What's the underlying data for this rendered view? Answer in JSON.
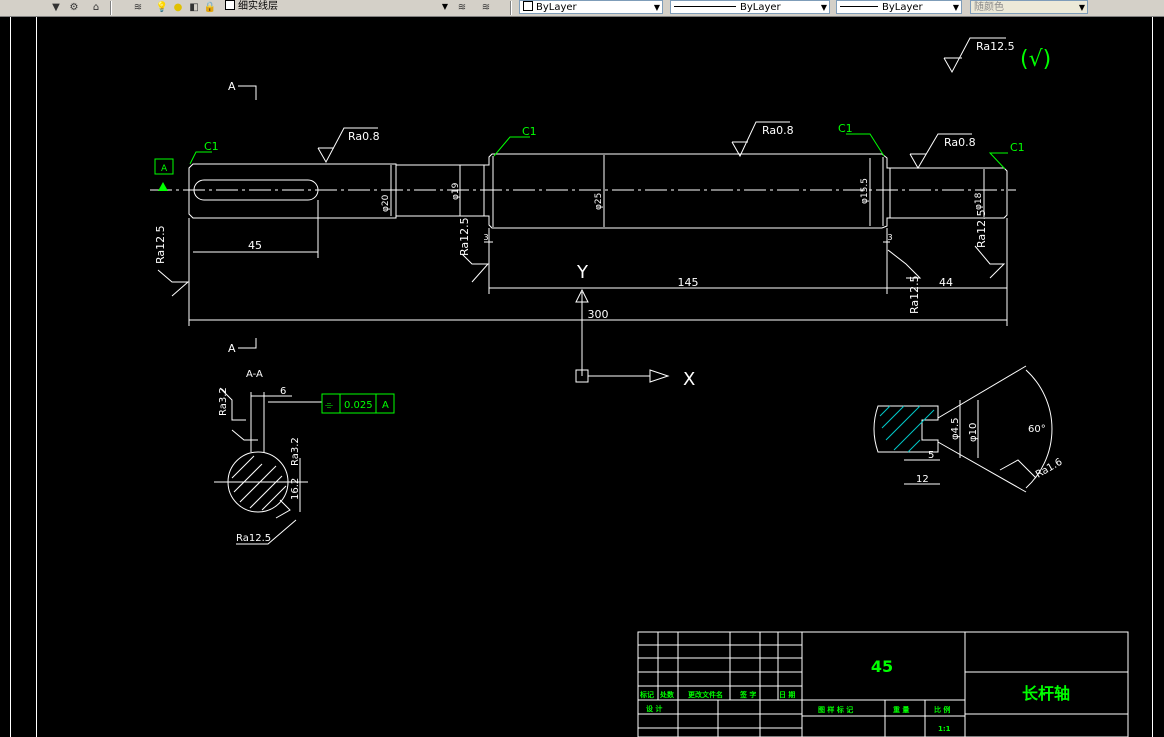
{
  "toolbar": {
    "layer_name": "细实线层",
    "color_value": "ByLayer",
    "linetype_value": "ByLayer",
    "lineweight_value": "ByLayer",
    "plotstyle_value": "随颜色"
  },
  "drawing": {
    "roughness_general": "Ra12.5",
    "roughness_general_paren": "(√)",
    "section_marker": "A",
    "datum_label": "A",
    "chamfer_label": "C1",
    "ra08": "Ra0.8",
    "ra125": "Ra12.5",
    "ra32": "Ra3.2",
    "ra16": "Ra1.6",
    "dim_45": "45",
    "dim_145": "145",
    "dim_44": "44",
    "dim_300": "300",
    "dim_3": "3",
    "dim_phi19": "φ19",
    "dim_phi155": "φ15.5",
    "dim_phi20": "φ20",
    "dim_phi25": "φ25",
    "dim_phi18": "φ18",
    "section_title": "A-A",
    "keyway_width": "6",
    "keyway_depth": "16.2",
    "tolerance_symbol": "⌯",
    "tolerance_value": "0.025",
    "tolerance_datum": "A",
    "center_phi45": "φ4.5",
    "center_phi10": "φ10",
    "center_angle": "60°",
    "center_dim_5": "5",
    "center_dim_12": "12",
    "ucs_y": "Y",
    "ucs_x": "X"
  },
  "title_block": {
    "material": "45",
    "part_name": "长杆轴",
    "scale": "1:1",
    "header_labels": [
      "标记",
      "处数",
      "更改文件名",
      "签 字",
      "日 期"
    ],
    "row_label_design": "设 计",
    "stage_labels": [
      "图 样 标 记",
      "重 量",
      "比 例"
    ]
  },
  "colors": {
    "background": "#000000",
    "lines": "#ffffff",
    "annotations_green": "#00ff00",
    "toolbar_bg": "#d4d0c8"
  }
}
